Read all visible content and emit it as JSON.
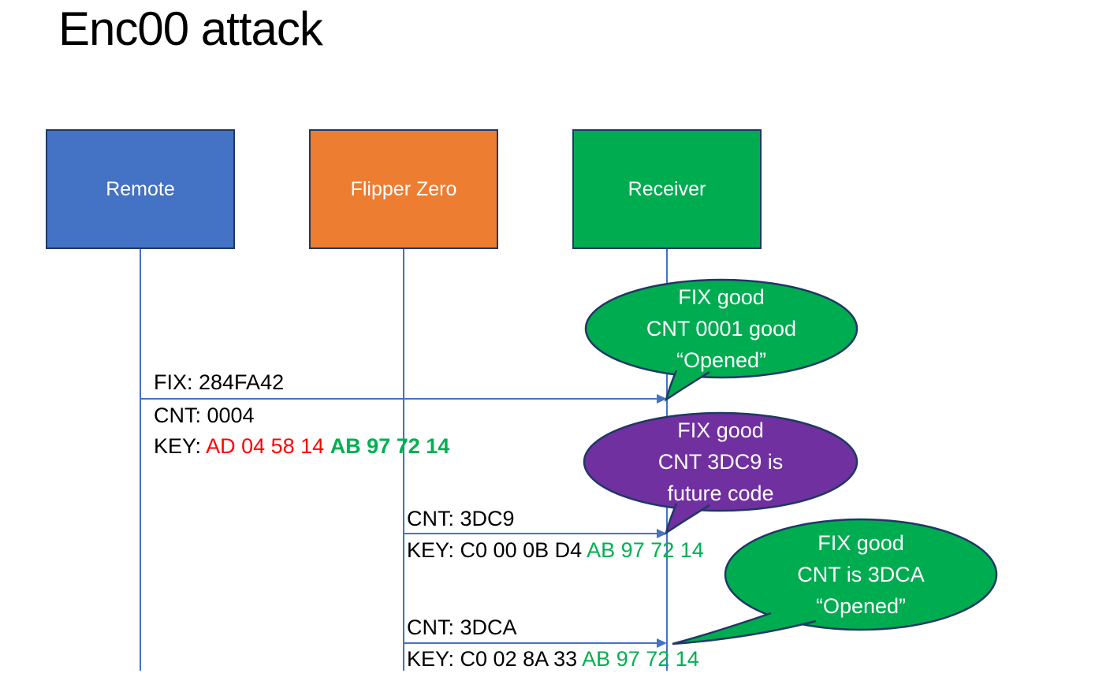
{
  "slide": {
    "title": "Enc00 attack",
    "background": "#FFFFFF"
  },
  "actors": [
    {
      "label": "Remote",
      "fill": "#4472C4"
    },
    {
      "label": "Flipper Zero",
      "fill": "#ED7D31"
    },
    {
      "label": "Receiver",
      "fill": "#00AC50"
    }
  ],
  "messages": [
    {
      "from": "Remote",
      "to": "Receiver",
      "fix": "FIX: 284FA42",
      "cnt": "CNT: 0004",
      "key_prefix": "KEY: ",
      "key_changed": "AD 04 58 14 ",
      "key_fixed": "AB 97 72 14"
    },
    {
      "from": "Flipper Zero",
      "to": "Receiver",
      "cnt": "CNT: 3DC9",
      "key_prefix": "KEY: C0 00 0B D4 ",
      "key_fixed": "AB 97 72 14"
    },
    {
      "from": "Flipper Zero",
      "to": "Receiver",
      "cnt": "CNT: 3DCA",
      "key_prefix": "KEY: C0 02 8A 33 ",
      "key_fixed": "AB 97 72 14"
    }
  ],
  "callouts": [
    {
      "fill": "#00AC50",
      "line1": "FIX good",
      "line2": "CNT 0001 good",
      "line3": "“Opened”"
    },
    {
      "fill": "#7030A0",
      "line1": "FIX good",
      "line2": "CNT 3DC9 is",
      "line3": "future code"
    },
    {
      "fill": "#00AC50",
      "line1": "FIX good",
      "line2": "CNT is 3DCA",
      "line3": "“Opened”"
    }
  ],
  "colors": {
    "actor_blue": "#4472C4",
    "actor_orange": "#ED7D31",
    "green": "#00AC50",
    "purple": "#7030A0",
    "outline_navy": "#1F3864",
    "connector_blue": "#4472C4",
    "key_red": "#FF0000",
    "key_green": "#00B050",
    "text_white": "#FFFFFF",
    "text_black": "#000000"
  }
}
